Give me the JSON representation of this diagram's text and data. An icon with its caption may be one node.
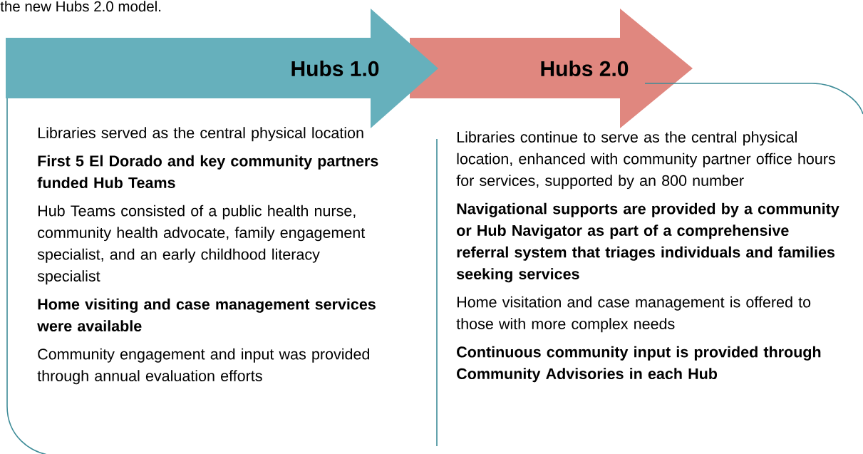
{
  "diagram": {
    "nodes": [
      {
        "text": [
          "Hubs 1.0"
        ]
      },
      {
        "text": [
          "Hubs 2.0"
        ]
      },
      {
        "text": [
          "Libraries served as the central physical location",
          "First 5 El Dorado and key community partners funded Hub Teams",
          "Hub Teams consisted of a public health nurse, community health advocate, family engagement specialist, and an early childhood literacy specialist",
          "Home visiting and case management services were available",
          "Community engagement and input was provided through annual evaluation efforts"
        ]
      },
      {
        "text": [
          "Libraries continue to serve as the central physical location, enhanced with community partner office hours for services, supported by an 800 number",
          "Navigational supports are provided by a community or Hub Navigator as part of a comprehensive referral system that triages individuals and families seeking services",
          "Home visitation and case management is offered to those with more complex needs",
          "Continuous community input is provided through Community Advisories in each Hub"
        ]
      }
    ],
    "labels": [
      "the new Hubs 2.0 model."
    ]
  }
}
